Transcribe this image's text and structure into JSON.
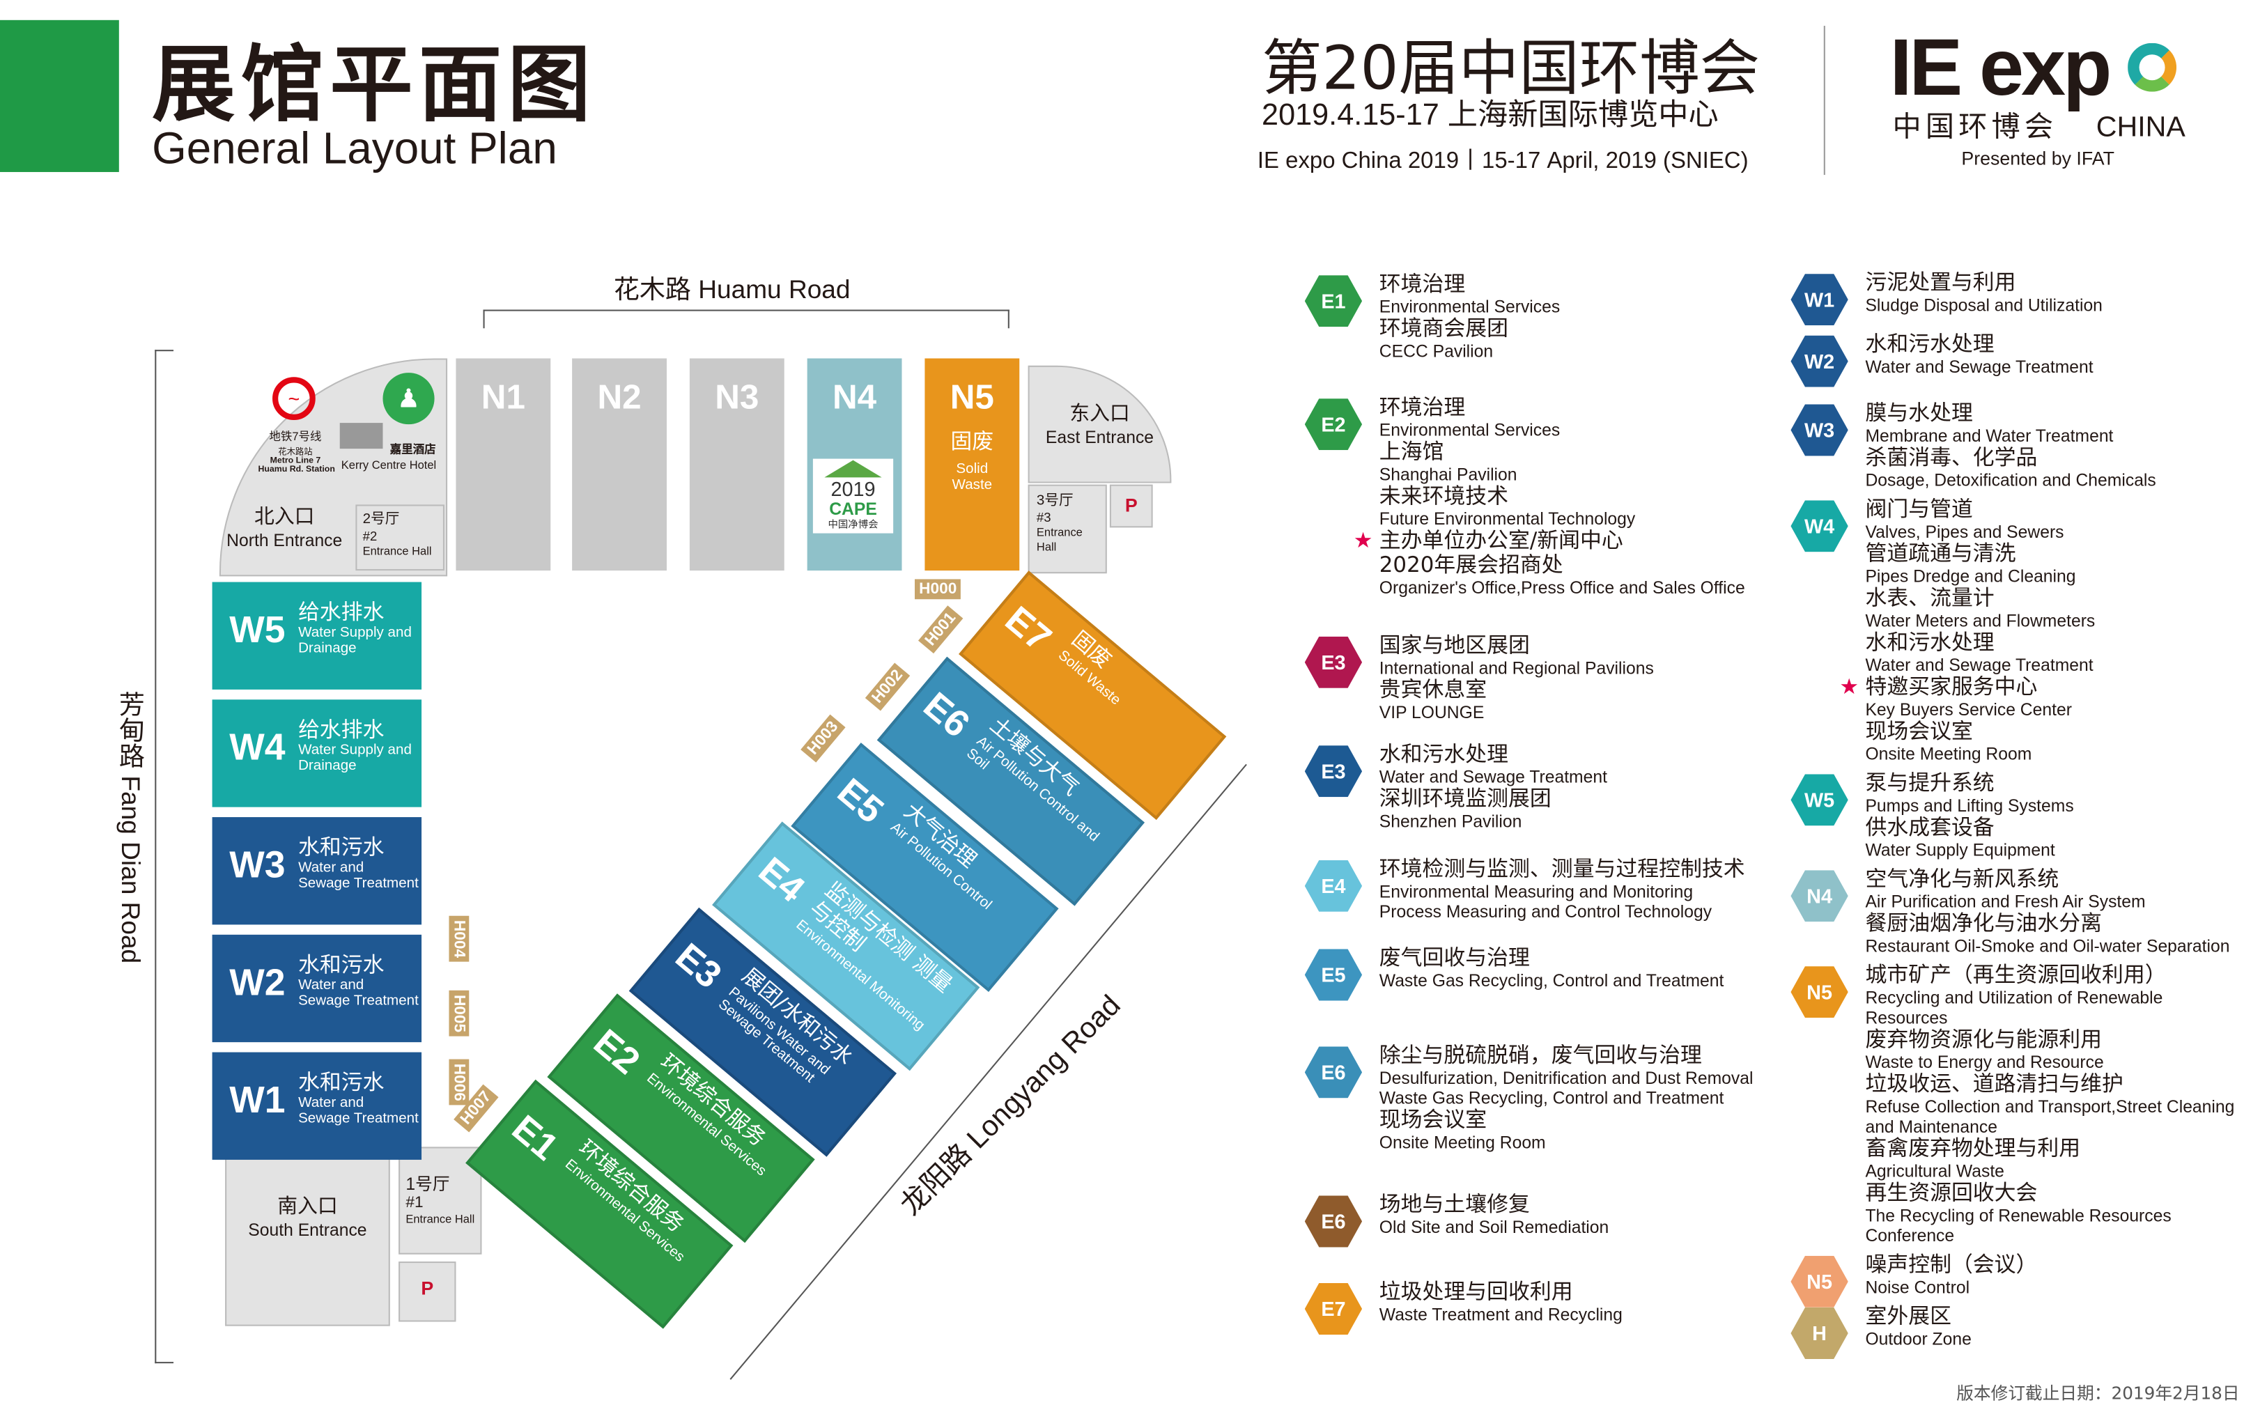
{
  "header": {
    "title_cn": "展馆平面图",
    "title_en": "General Layout Plan",
    "expo_cn": "第20届中国环博会",
    "expo_date": "2019.4.15-17 上海新国际博览中心",
    "expo_en": "IE expo China 2019丨15-17 April, 2019 (SNIEC)",
    "logo_ie": "IE exp",
    "logo_cn": "中国环博会",
    "logo_china": "CHINA",
    "logo_by": "Presented by IFAT"
  },
  "map": {
    "road_north": "花木路 Huamu Road",
    "road_west": "芳甸路 Fang Dian Road",
    "road_east": "龙阳路 Longyang Road",
    "metro": {
      "cn": "地铁7号线",
      "sub": "花木路站",
      "en1": "Metro Line 7",
      "en2": "Huamu Rd. Station"
    },
    "hotel": {
      "cn": "嘉里酒店",
      "en": "Kerry Centre Hotel"
    },
    "north_entrance": {
      "cn": "北入口",
      "en": "North Entrance"
    },
    "east_entrance": {
      "cn": "东入口",
      "en": "East Entrance"
    },
    "south_entrance": {
      "cn": "南入口",
      "en": "South Entrance"
    },
    "hall2": {
      "cn": "2号厅",
      "num": "#2",
      "en": "Entrance Hall"
    },
    "hall3": {
      "cn": "3号厅",
      "num": "#3",
      "en": "Entrance Hall"
    },
    "hall1": {
      "cn": "1号厅",
      "num": "#1",
      "en": "Entrance Hall"
    },
    "parking": "P",
    "north_halls": [
      {
        "code": "N1"
      },
      {
        "code": "N2"
      },
      {
        "code": "N3"
      },
      {
        "code": "N4",
        "cape_year": "2019",
        "cape": "CAPE",
        "cape_cn": "中国净博会"
      },
      {
        "code": "N5",
        "cn": "固废",
        "en": "Solid Waste"
      }
    ],
    "west_halls": [
      {
        "code": "W5",
        "cn": "给水排水",
        "en": "Water Supply and Drainage",
        "color": "#17a9a5"
      },
      {
        "code": "W4",
        "cn": "给水排水",
        "en": "Water Supply and Drainage",
        "color": "#17a9a5"
      },
      {
        "code": "W3",
        "cn": "水和污水",
        "en": "Water and Sewage Treatment",
        "color": "#1f5892"
      },
      {
        "code": "W2",
        "cn": "水和污水",
        "en": "Water and Sewage Treatment",
        "color": "#1f5892"
      },
      {
        "code": "W1",
        "cn": "水和污水",
        "en": "Water and Sewage Treatment",
        "color": "#1f5892"
      }
    ],
    "east_halls": [
      {
        "code": "E7",
        "cn": "固废",
        "en": "Solid Waste",
        "color": "#e8951c"
      },
      {
        "code": "E6",
        "cn": "土壤与大气",
        "en": "Air Pollution Control and Soil",
        "color": "#3a8fb8"
      },
      {
        "code": "E5",
        "cn": "大气治理",
        "en": "Air Pollution Control",
        "color": "#3d95c0"
      },
      {
        "code": "E4",
        "cn": "监测与检测 测量与控制",
        "en": "Environmental Monitoring",
        "color": "#67c3dc"
      },
      {
        "code": "E3",
        "cn": "展团/水和污水",
        "en": "Pavilions Water and Sewage Treatment",
        "color": "#1f5892"
      },
      {
        "code": "E2",
        "cn": "环境综合服务",
        "en": "Environmental Services",
        "color": "#2e9b48"
      },
      {
        "code": "E1",
        "cn": "环境综合服务",
        "en": "Environmental Services",
        "color": "#2e9b48"
      }
    ],
    "h_labels": [
      "H000",
      "H001",
      "H002",
      "H003",
      "H004",
      "H005",
      "H006",
      "H007"
    ]
  },
  "legend_left": [
    {
      "code": "E1",
      "color": "#2e9b48",
      "lines": [
        [
          "环境治理",
          "Environmental Services"
        ],
        [
          "环境商会展团",
          "CECC Pavilion"
        ]
      ]
    },
    {
      "code": "E2",
      "color": "#2e9b48",
      "lines": [
        [
          "环境治理",
          "Environmental Services"
        ],
        [
          "上海馆",
          "Shanghai Pavilion"
        ],
        [
          "未来环境技术",
          "Future Environmental Technology"
        ],
        [
          "主办单位办公室/新闻中心",
          "",
          true
        ],
        [
          "2020年展会招商处",
          "Organizer's Office,Press Office and Sales Office"
        ]
      ]
    },
    {
      "code": "E3",
      "color": "#b0174f",
      "lines": [
        [
          "国家与地区展团",
          "International and Regional Pavilions"
        ],
        [
          "贵宾休息室",
          "VIP LOUNGE"
        ]
      ]
    },
    {
      "code": "E3",
      "color": "#1d5a93",
      "lines": [
        [
          "水和污水处理",
          "Water and Sewage Treatment"
        ],
        [
          "深圳环境监测展团",
          "Shenzhen Pavilion"
        ]
      ]
    },
    {
      "code": "E4",
      "color": "#67c3dc",
      "lines": [
        [
          "环境检测与监测、测量与过程控制技术",
          "Environmental Measuring and Monitoring"
        ],
        [
          "",
          "Process Measuring and Control Technology"
        ]
      ]
    },
    {
      "code": "E5",
      "color": "#3d95c0",
      "lines": [
        [
          "废气回收与治理",
          "Waste Gas Recycling, Control and Treatment"
        ]
      ]
    },
    {
      "code": "E6",
      "color": "#3a8fb8",
      "lines": [
        [
          "除尘与脱硫脱硝，废气回收与治理",
          "Desulfurization, Denitrification and Dust Removal"
        ],
        [
          "",
          "Waste Gas Recycling, Control and Treatment"
        ],
        [
          "现场会议室",
          "Onsite Meeting Room"
        ]
      ]
    },
    {
      "code": "E6",
      "color": "#8f5b2c",
      "lines": [
        [
          "场地与土壤修复",
          "Old Site and Soil Remediation"
        ]
      ]
    },
    {
      "code": "E7",
      "color": "#e8951c",
      "lines": [
        [
          "垃圾处理与回收利用",
          "Waste Treatment and Recycling"
        ]
      ]
    }
  ],
  "legend_right": [
    {
      "code": "W1",
      "color": "#1f5892",
      "lines": [
        [
          "污泥处置与利用",
          "Sludge Disposal and Utilization"
        ]
      ]
    },
    {
      "code": "W2",
      "color": "#1f5892",
      "lines": [
        [
          "水和污水处理",
          "Water and Sewage Treatment"
        ]
      ]
    },
    {
      "code": "W3",
      "color": "#1f5892",
      "lines": [
        [
          "膜与水处理",
          "Membrane and Water Treatment"
        ],
        [
          "杀菌消毒、化学品",
          "Dosage, Detoxification and Chemicals"
        ]
      ]
    },
    {
      "code": "W4",
      "color": "#17a9a5",
      "lines": [
        [
          "阀门与管道",
          "Valves, Pipes and Sewers"
        ],
        [
          "管道疏通与清洗",
          "Pipes Dredge and Cleaning"
        ],
        [
          "水表、流量计",
          "Water Meters and Flowmeters"
        ],
        [
          "水和污水处理",
          "Water and Sewage Treatment"
        ],
        [
          "特邀买家服务中心",
          "Key Buyers Service Center",
          true
        ],
        [
          "现场会议室",
          "Onsite Meeting Room"
        ]
      ]
    },
    {
      "code": "W5",
      "color": "#17a9a5",
      "lines": [
        [
          "泵与提升系统",
          "Pumps and Lifting Systems"
        ],
        [
          "供水成套设备",
          "Water Supply Equipment"
        ]
      ]
    },
    {
      "code": "N4",
      "color": "#8fc1c9",
      "lines": [
        [
          "空气净化与新风系统",
          "Air Purification and Fresh Air System"
        ],
        [
          "餐厨油烟净化与油水分离",
          "Restaurant Oil-Smoke and Oil-water Separation"
        ]
      ]
    },
    {
      "code": "N5",
      "color": "#e8951c",
      "lines": [
        [
          "城市矿产（再生资源回收利用）",
          "Recycling and Utilization of Renewable Resources"
        ],
        [
          "废弃物资源化与能源利用",
          "Waste to Energy and Resource"
        ],
        [
          "垃圾收运、道路清扫与维护",
          "Refuse Collection and Transport,Street Cleaning and Maintenance"
        ],
        [
          "畜禽废弃物处理与利用",
          "Agricultural Waste"
        ],
        [
          "再生资源回收大会",
          "The Recycling of Renewable Resources Conference"
        ]
      ]
    },
    {
      "code": "N5",
      "color": "#f0a070",
      "lines": [
        [
          "噪声控制（会议）",
          "Noise Control"
        ]
      ]
    },
    {
      "code": "H",
      "color": "#c2a86a",
      "lines": [
        [
          "室外展区",
          "Outdoor Zone"
        ]
      ]
    }
  ],
  "footer": "版本修订截止日期：2019年2月18日"
}
